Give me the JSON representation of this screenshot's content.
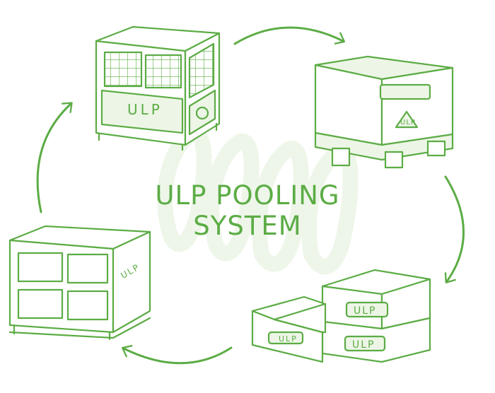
{
  "diagram": {
    "title": "ULP POOLING SYSTEM",
    "brand_label": "ULP",
    "colors": {
      "line": "#5cac45",
      "fill": "#edf6e6",
      "watermark": "#eef6ea",
      "background": "#ffffff"
    },
    "icons": [
      "cycle-arrow-icon",
      "recycle-icon"
    ],
    "stages": [
      {
        "name": "collapsible-mesh-box",
        "label": "ULP"
      },
      {
        "name": "pallet-box-with-lid",
        "label": "ULP"
      },
      {
        "name": "stacked-plastic-crates",
        "labels": [
          "ULP",
          "ULP",
          "ULP"
        ]
      },
      {
        "name": "steel-frame-container",
        "label": "ULP"
      }
    ]
  }
}
